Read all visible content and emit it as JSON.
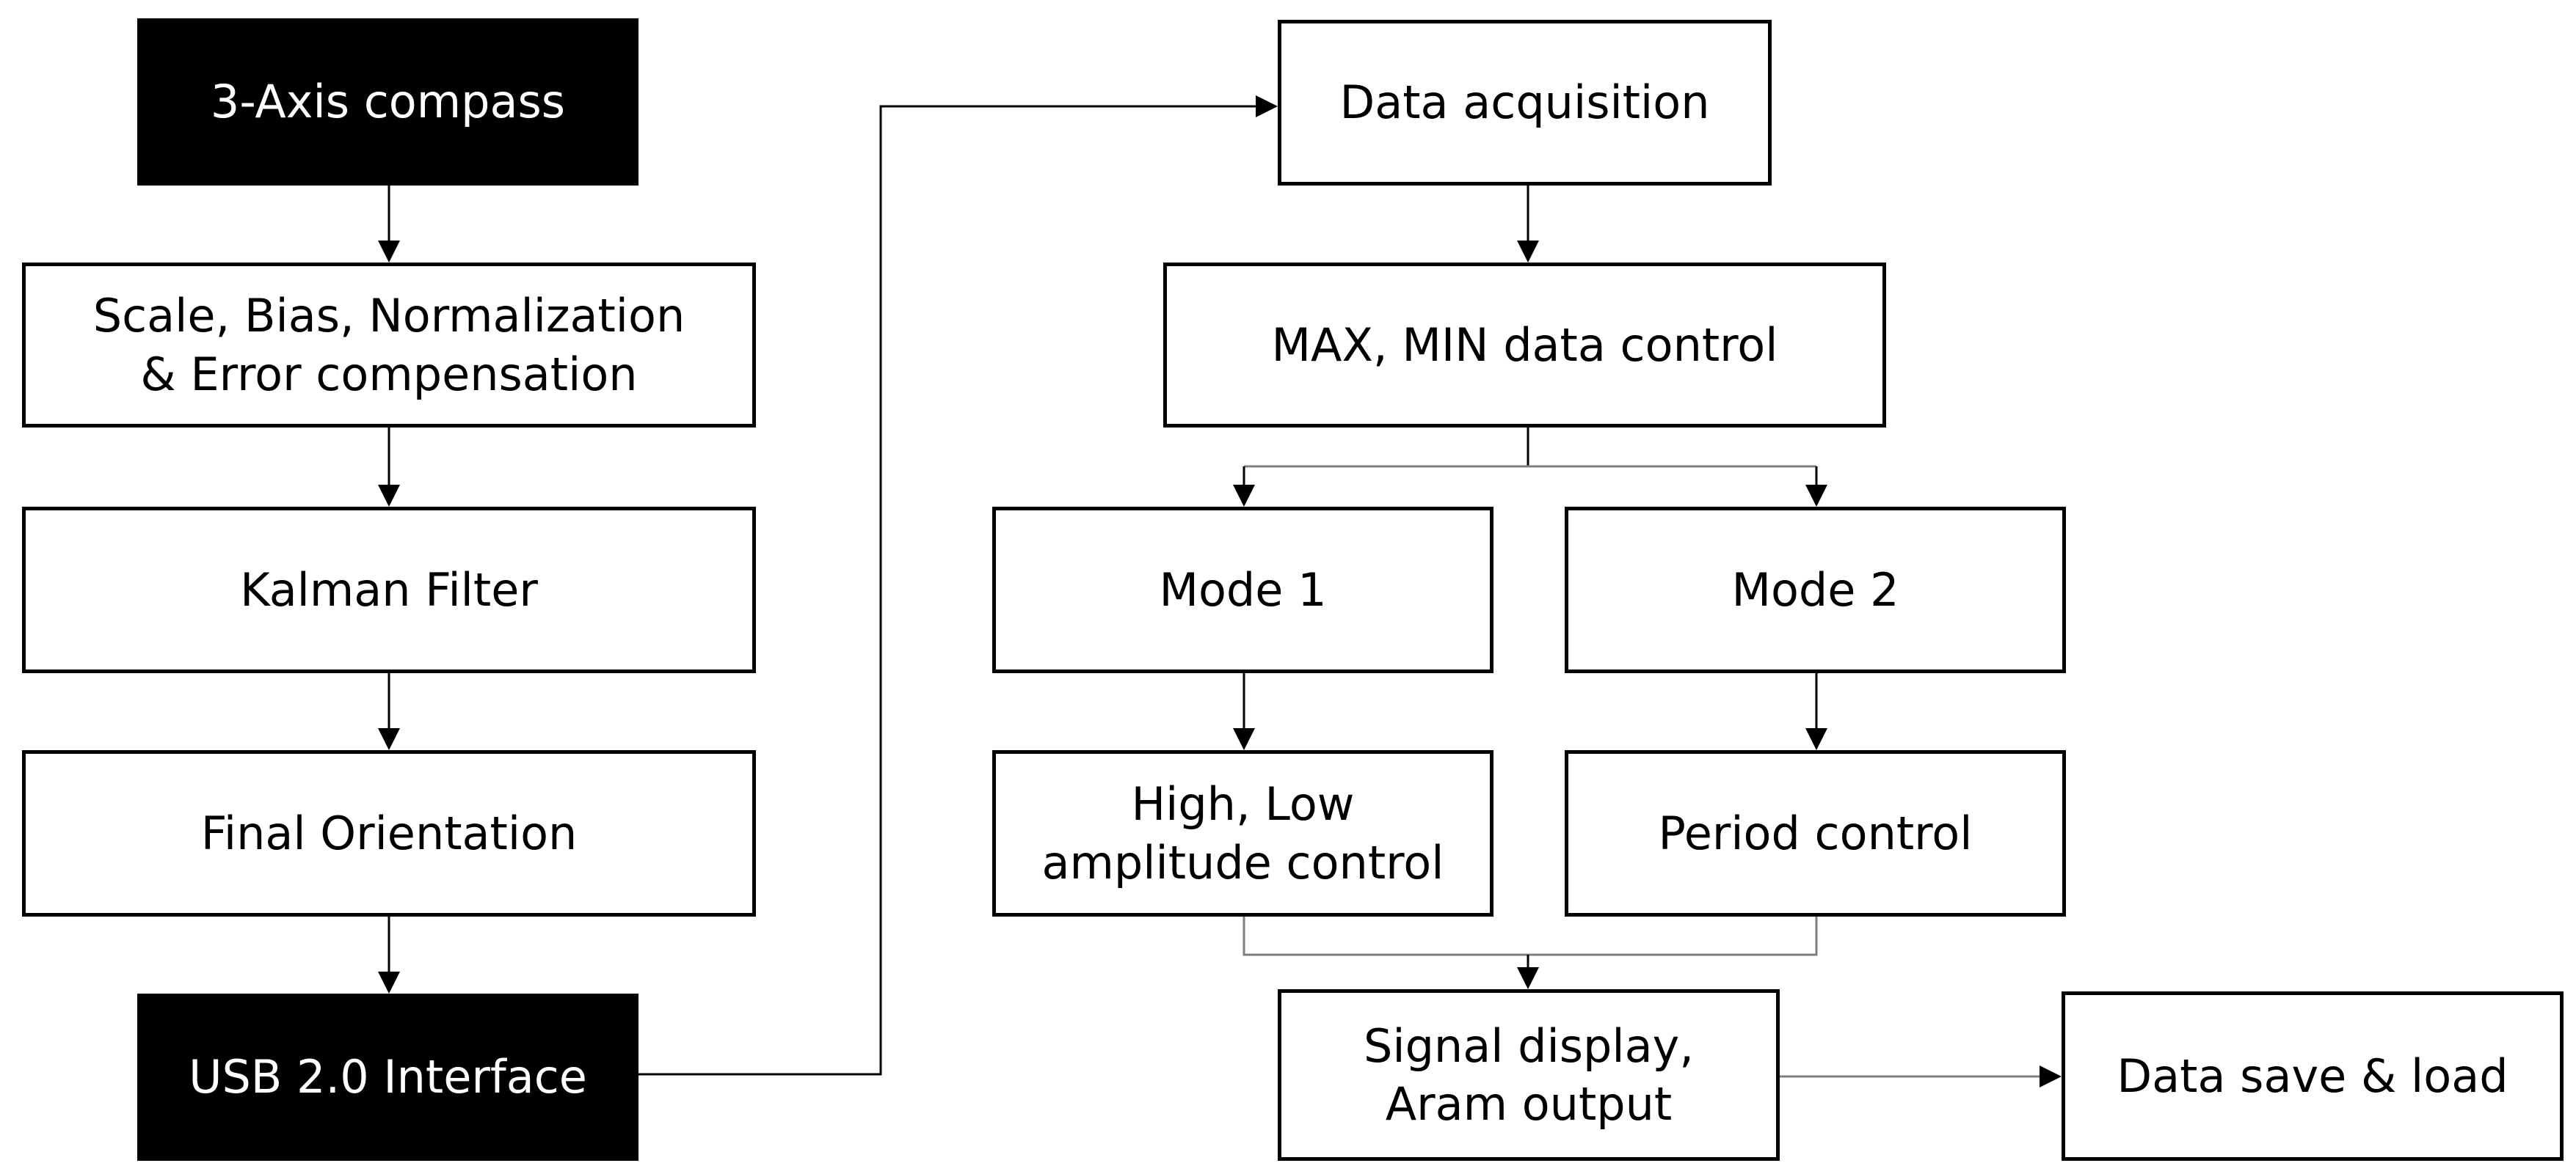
{
  "colors": {
    "box_fill": "#ffffff",
    "box_dark_fill": "#000000",
    "stroke": "#000000",
    "line_grey": "#7f7f7f",
    "text_light": "#ffffff"
  },
  "nodes": {
    "compass": "3-Axis compass",
    "scale": "Scale, Bias, Normalization\n& Error compensation",
    "kalman": "Kalman Filter",
    "orientation": "Final Orientation",
    "usb": "USB 2.0 Interface",
    "acquisition": "Data acquisition",
    "maxmin": "MAX, MIN data control",
    "mode1": "Mode 1",
    "mode2": "Mode 2",
    "amplitude": "High, Low\namplitude control",
    "period": "Period control",
    "signal": "Signal display,\nAram output",
    "save": "Data save & load"
  }
}
